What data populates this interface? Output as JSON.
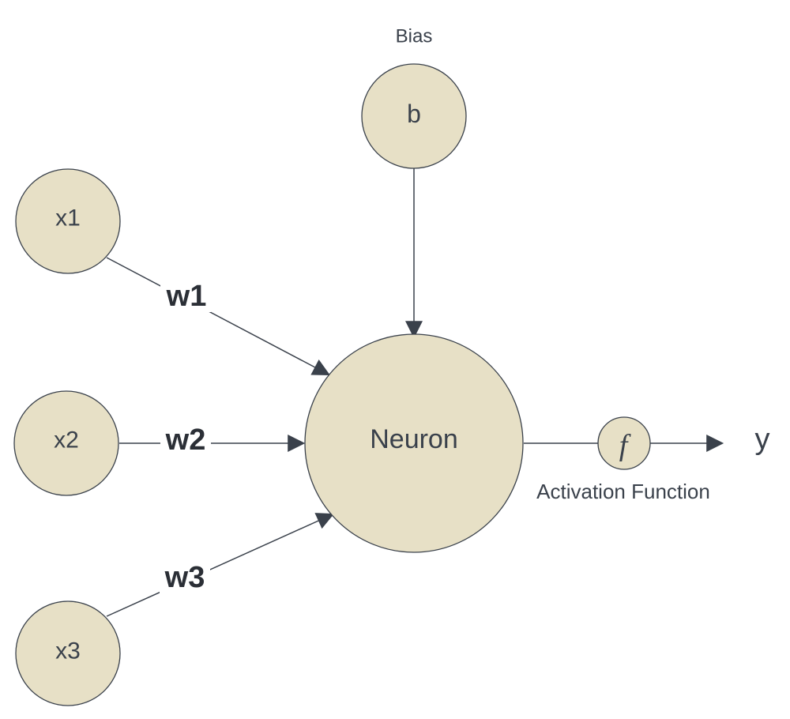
{
  "bias": {
    "label": "Bias",
    "node": "b"
  },
  "inputs": [
    {
      "node": "x1",
      "weight": "w1"
    },
    {
      "node": "x2",
      "weight": "w2"
    },
    {
      "node": "x3",
      "weight": "w3"
    }
  ],
  "neuron": {
    "label": "Neuron"
  },
  "activation": {
    "symbol": "f",
    "label": "Activation Function"
  },
  "output": {
    "label": "y"
  },
  "colors": {
    "node_fill": "#e7e0c6",
    "stroke": "#3a414b"
  }
}
